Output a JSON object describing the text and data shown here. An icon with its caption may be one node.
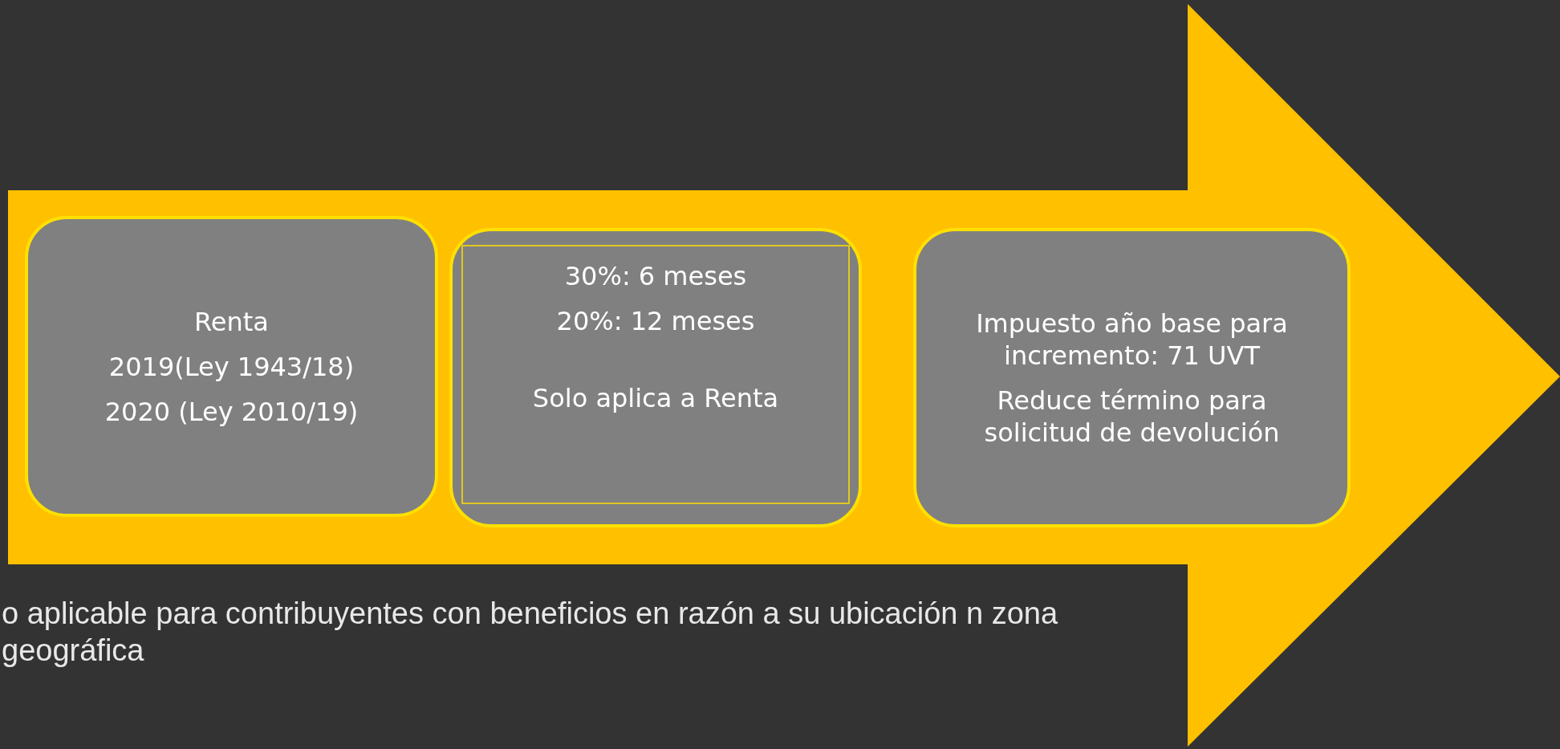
{
  "diagram": {
    "nodes": [
      {
        "text": [],
        "shape": "arrow"
      },
      {
        "text": [
          "Renta",
          "2019(Ley 1943/18)",
          "2020 (Ley 2010/19)"
        ],
        "in": 0
      },
      {
        "text": [
          "30%: 6 meses",
          "20%: 12 meses",
          "Solo aplica a Renta"
        ],
        "in": 0
      },
      {
        "text": [
          "Impuesto año base para incremento: 71 UVT",
          "Reduce término para solicitud de devolución"
        ],
        "in": 0
      }
    ],
    "edges": [],
    "labels": [
      "o aplicable para contribuyentes con beneficios en razón a su ubicación n zona geográfica"
    ]
  }
}
